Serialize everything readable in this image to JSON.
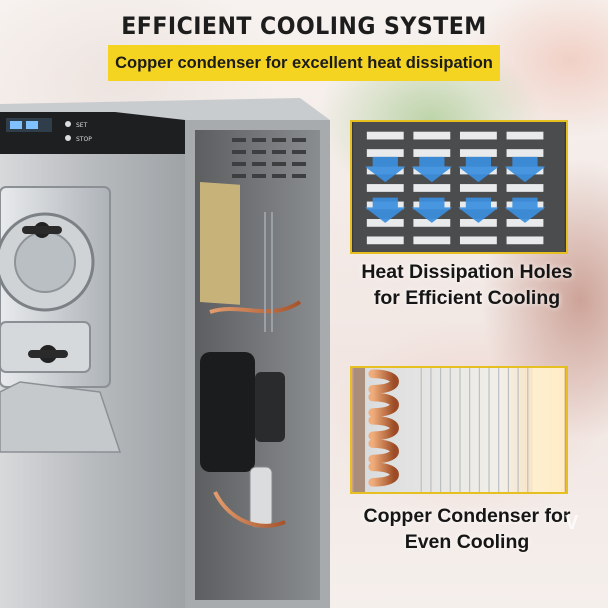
{
  "header": {
    "title": "EFFICIENT COOLING SYSTEM",
    "subtitle": "Copper condenser for excellent heat dissipation"
  },
  "machine": {
    "panel_buttons": [
      "SET",
      "STOP"
    ]
  },
  "features": [
    {
      "line1": "Heat Dissipation Holes",
      "line2": "for Efficient Cooling",
      "icon": "airflow-arrows-icon"
    },
    {
      "line1": "Copper Condenser for",
      "line2": "Even Cooling",
      "icon": "copper-coil-icon"
    }
  ],
  "watermark": "V",
  "colors": {
    "accent_yellow": "#f4d321",
    "arrow_blue": "#3b8fe0",
    "copper": "#c8764a",
    "steel": "#b9bcbf"
  }
}
